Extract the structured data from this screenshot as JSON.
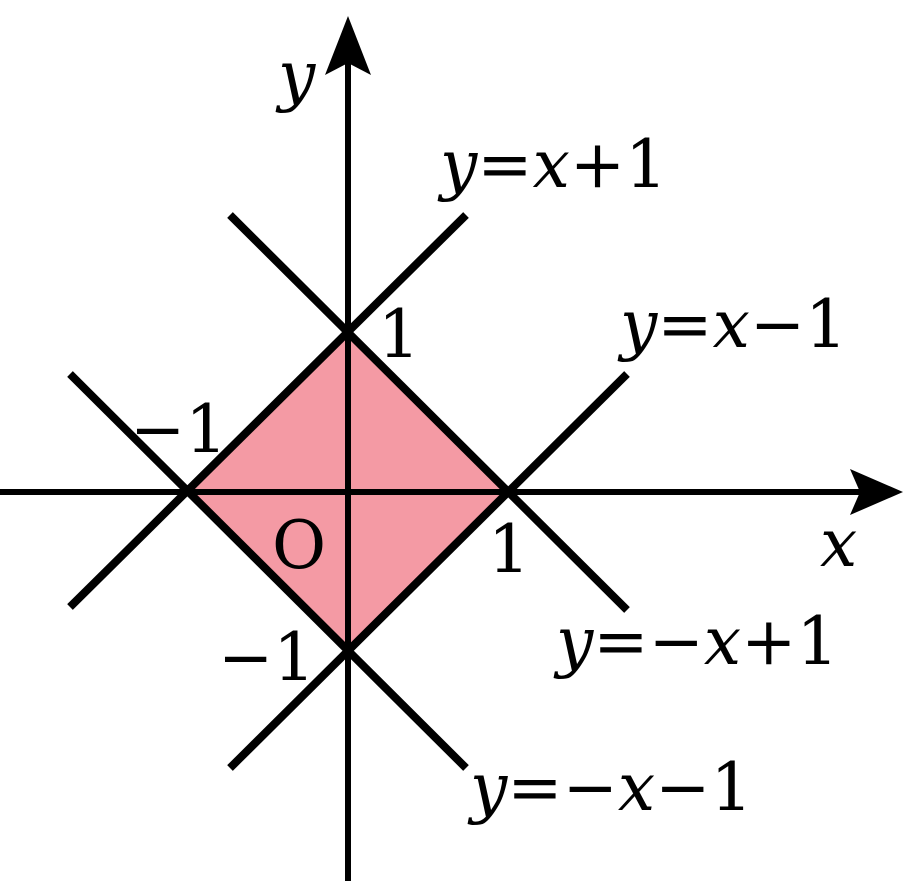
{
  "figure": {
    "colors": {
      "region_fill": "#f49aa4",
      "stroke": "#000000",
      "background": "#ffffff"
    },
    "axes": {
      "x_label": "x",
      "y_label": "y",
      "origin_label": "O"
    },
    "tick_labels": {
      "x_pos": "1",
      "x_neg": "−1",
      "y_pos": "1",
      "y_neg": "−1"
    },
    "lines": [
      {
        "id": "line-y-eq-x-plus-1",
        "lhs": "y",
        "eq": "=",
        "parts": [
          "",
          "x",
          "+1"
        ],
        "slope": 1,
        "intercept": 1
      },
      {
        "id": "line-y-eq-x-minus-1",
        "lhs": "y",
        "eq": "=",
        "parts": [
          "",
          "x",
          "−1"
        ],
        "slope": 1,
        "intercept": -1
      },
      {
        "id": "line-y-eq-neg-x-plus-1",
        "lhs": "y",
        "eq": "=",
        "parts": [
          "−",
          "x",
          "+1"
        ],
        "slope": -1,
        "intercept": 1
      },
      {
        "id": "line-y-eq-neg-x-minus-1",
        "lhs": "y",
        "eq": "=",
        "parts": [
          "−",
          "x",
          "−1"
        ],
        "slope": -1,
        "intercept": -1
      }
    ],
    "region": {
      "vertices": [
        [
          1,
          0
        ],
        [
          0,
          1
        ],
        [
          -1,
          0
        ],
        [
          0,
          -1
        ]
      ]
    }
  }
}
